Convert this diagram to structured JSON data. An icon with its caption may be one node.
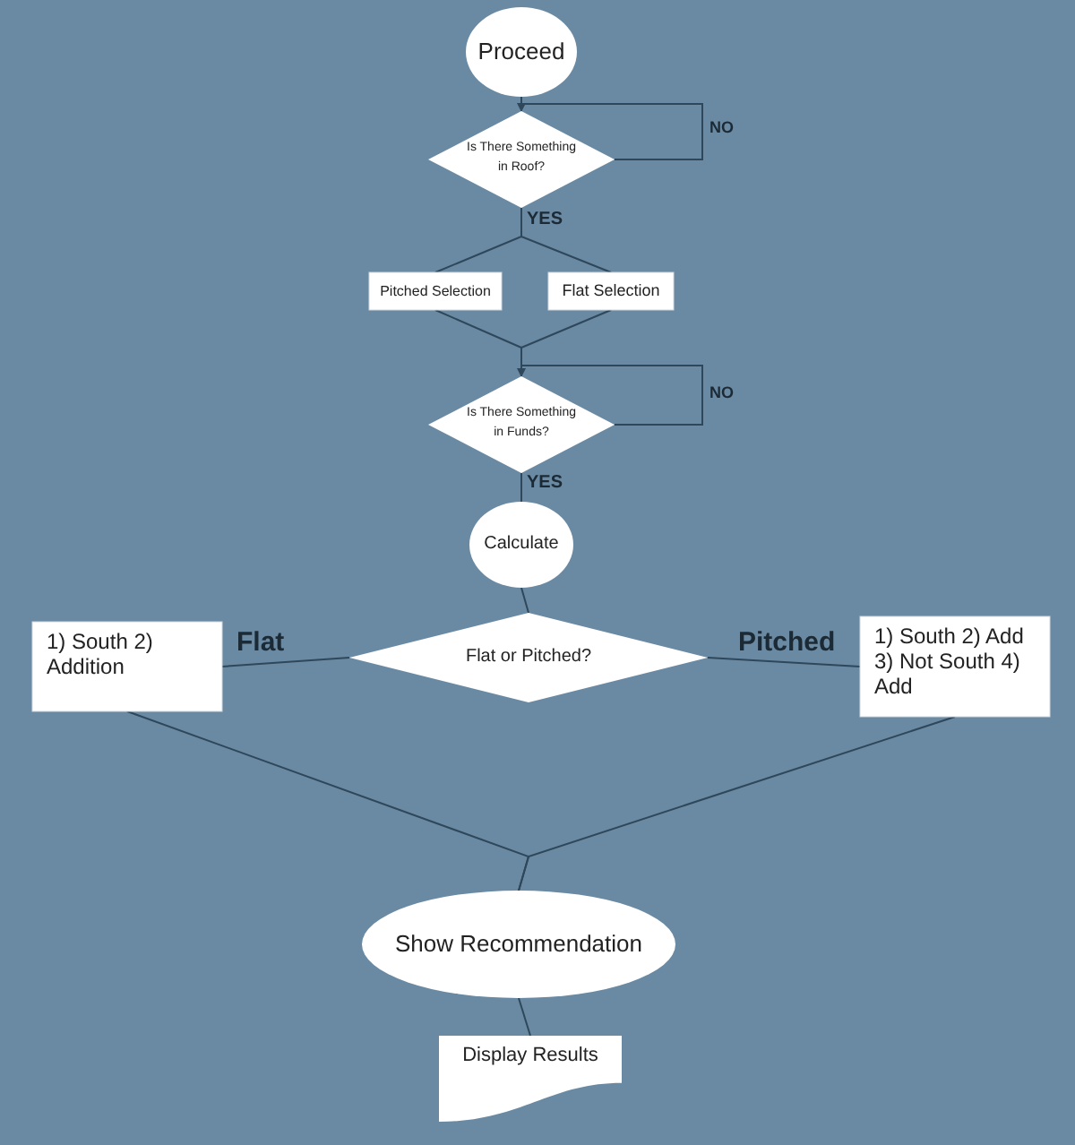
{
  "diagram": {
    "nodes": [
      {
        "text": [
          "Proceed"
        ]
      },
      {
        "text": [
          "Is There Something in Roof?"
        ]
      },
      {
        "text": [
          "Pitched Selection"
        ]
      },
      {
        "text": [
          "Flat Selection"
        ]
      },
      {
        "text": [
          "Is There Something in Funds?"
        ]
      },
      {
        "text": [
          "Calculate"
        ]
      },
      {
        "text": [
          "Flat or Pitched?"
        ]
      },
      {
        "text": [
          "1) South 2) Addition"
        ]
      },
      {
        "text": [
          "1) South 2) Add 3) Not South 4) Add"
        ]
      },
      {
        "text": [
          "Show Recommendation"
        ]
      },
      {
        "text": [
          "Display Results"
        ]
      }
    ],
    "edges": [
      {
        "from": 0,
        "to": 1,
        "arrow": "none"
      },
      {
        "from": 1,
        "to": 1,
        "arrow": "to",
        "label": "NO"
      },
      {
        "from": 1,
        "to": 2,
        "arrow": "none",
        "label": "YES"
      },
      {
        "from": 1,
        "to": 3,
        "arrow": "none"
      },
      {
        "from": 2,
        "to": 4,
        "arrow": "none"
      },
      {
        "from": 3,
        "to": 4,
        "arrow": "none"
      },
      {
        "from": 4,
        "to": 4,
        "arrow": "to",
        "label": "NO"
      },
      {
        "from": 4,
        "to": 5,
        "arrow": "none",
        "label": "YES"
      },
      {
        "from": 5,
        "to": 6,
        "arrow": "none"
      },
      {
        "from": 6,
        "to": 7,
        "arrow": "none",
        "label": "Flat"
      },
      {
        "from": 6,
        "to": 8,
        "arrow": "none",
        "label": "Pitched"
      },
      {
        "from": 7,
        "to": 9,
        "arrow": "none"
      },
      {
        "from": 8,
        "to": 9,
        "arrow": "none"
      },
      {
        "from": 9,
        "to": 10,
        "arrow": "none"
      }
    ]
  }
}
